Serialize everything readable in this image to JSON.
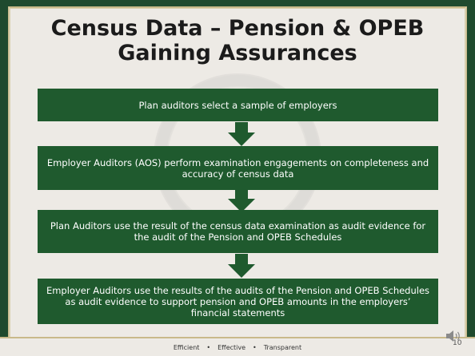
{
  "slide": {
    "title_line1": "Census Data – Pension & OPEB",
    "title_line2": "Gaining Assurances",
    "steps": [
      "Plan auditors select a sample of employers",
      "Employer Auditors (AOS) perform examination engagements on completeness and accuracy of census data",
      "Plan Auditors use the result of the census data examination as audit evidence for the audit of the Pension and OPEB Schedules",
      "Employer Auditors use the results of the audits of the Pension and OPEB Schedules as audit evidence to support pension and OPEB amounts in the employers’ financial statements"
    ],
    "footer": {
      "word1": "Efficient",
      "word2": "Effective",
      "word3": "Transparent",
      "separator": "•"
    },
    "page_number": "10"
  },
  "colors": {
    "background": "#1f4a2e",
    "slide": "#edeae5",
    "box": "#1f5a2e",
    "arrow": "#1f5a2e",
    "accent": "#c9b98a"
  },
  "icons": {
    "audio": "speaker-icon",
    "flow": "down-arrow-icon"
  }
}
